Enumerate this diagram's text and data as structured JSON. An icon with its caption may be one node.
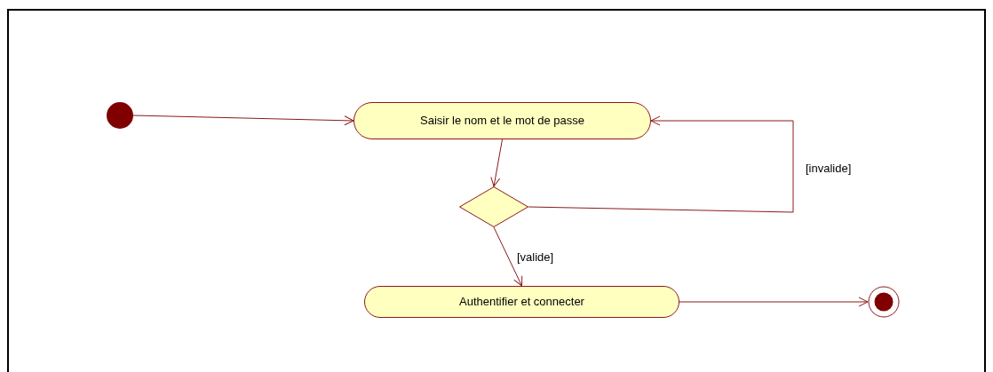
{
  "diagram": {
    "nodes": [
      {
        "text": [],
        "shape": "circle"
      },
      {
        "text": [
          "Saisir le nom et le mot de passe"
        ]
      },
      {
        "text": [],
        "shape": "diamond"
      },
      {
        "text": [
          "Authentifier et connecter"
        ]
      },
      {
        "text": [],
        "shape": "circle"
      }
    ],
    "edges": [
      {
        "from": 0,
        "to": 1,
        "arrow": "to"
      },
      {
        "from": 1,
        "to": 2,
        "arrow": "to"
      },
      {
        "from": 2,
        "to": 1,
        "arrow": "to",
        "label": "[invalide]"
      },
      {
        "from": 2,
        "to": 3,
        "arrow": "to",
        "label": "[valide]"
      },
      {
        "from": 3,
        "to": 4,
        "arrow": "to"
      }
    ]
  }
}
